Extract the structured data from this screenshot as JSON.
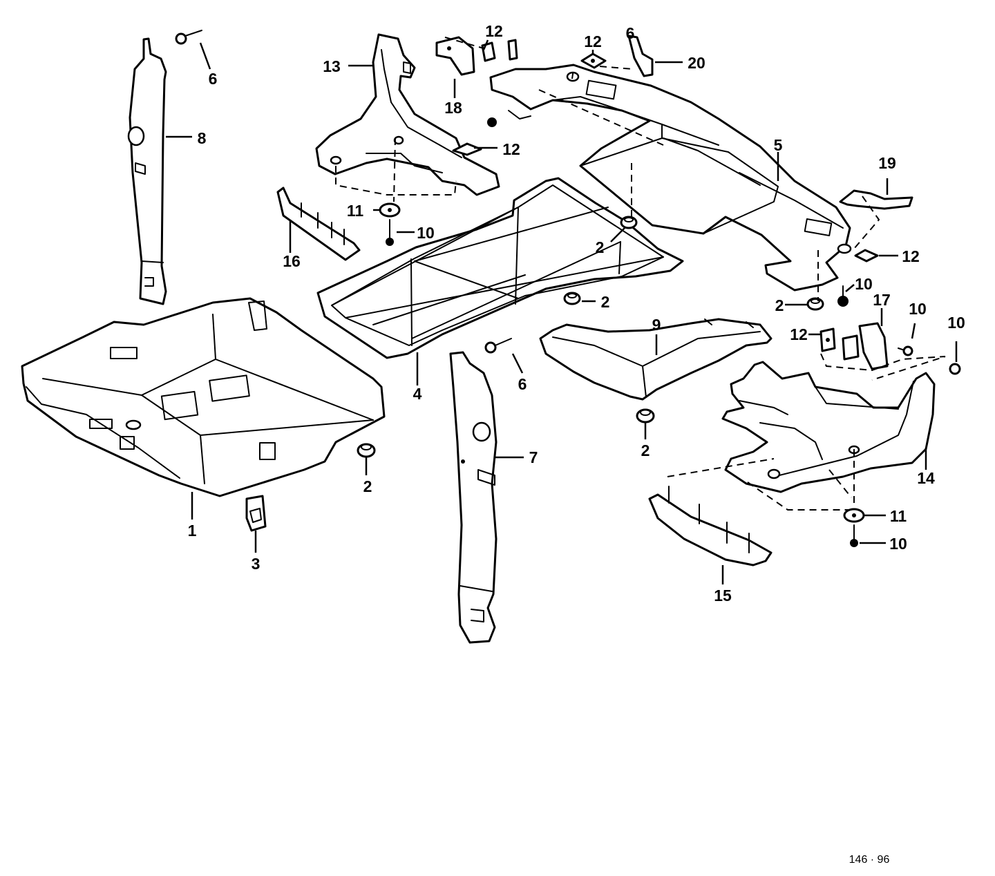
{
  "diagram_id": "146 · 96",
  "callouts": {
    "c1": "1",
    "c2a": "2",
    "c2b": "2",
    "c2c": "2",
    "c2d": "2",
    "c3": "3",
    "c4": "4",
    "c5": "5",
    "c6a": "6",
    "c6b": "6",
    "c6c": "6",
    "c7": "7",
    "c8": "8",
    "c9": "9",
    "c10a": "10",
    "c10b": "10",
    "c10c": "10",
    "c10d": "10",
    "c10e": "10",
    "c11a": "11",
    "c11b": "11",
    "c12a": "12",
    "c12b": "12",
    "c12c": "12",
    "c12d": "12",
    "c12e": "12",
    "c13": "13",
    "c14": "14",
    "c15": "15",
    "c16": "16",
    "c17": "17",
    "c18": "18",
    "c19": "19",
    "c20": "20"
  }
}
